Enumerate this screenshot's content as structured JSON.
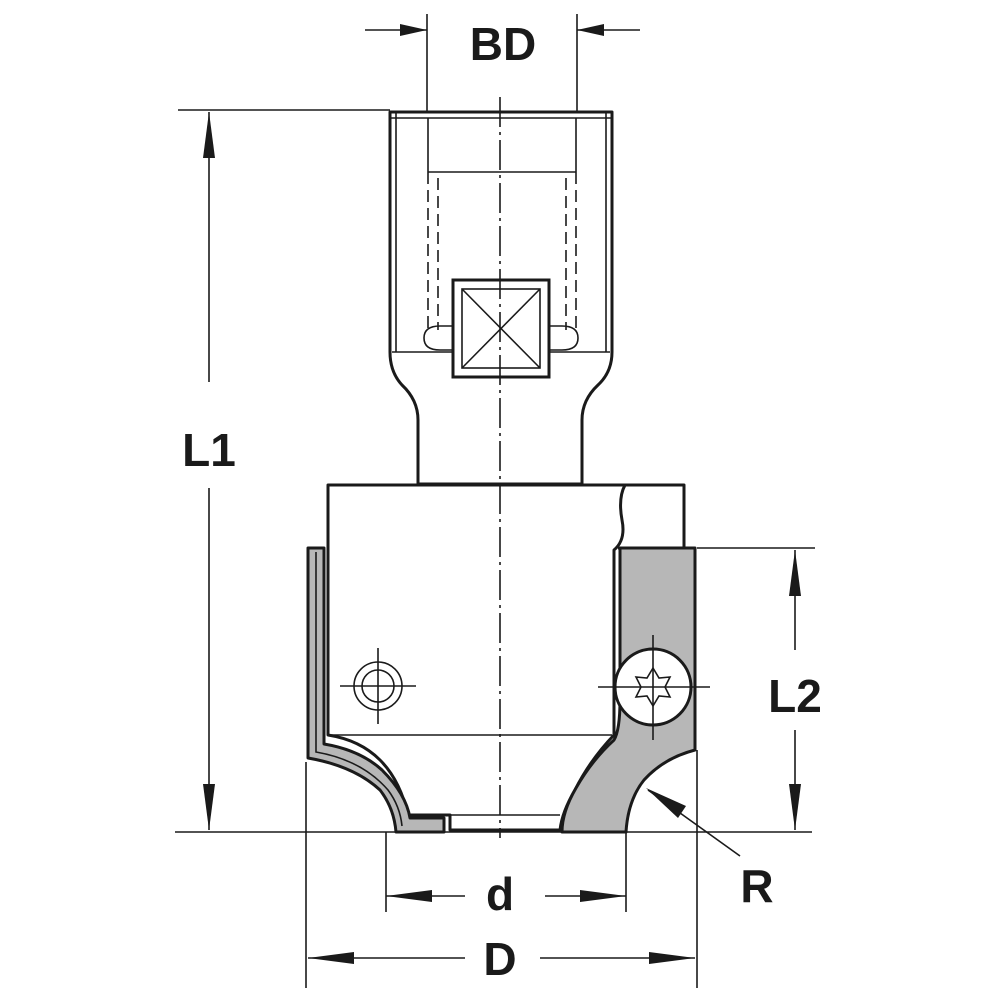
{
  "dimensions": {
    "bore_diameter": "BD",
    "overall_length": "L1",
    "cutting_length": "L2",
    "inner_diameter": "d",
    "outer_diameter": "D",
    "radius": "R"
  }
}
